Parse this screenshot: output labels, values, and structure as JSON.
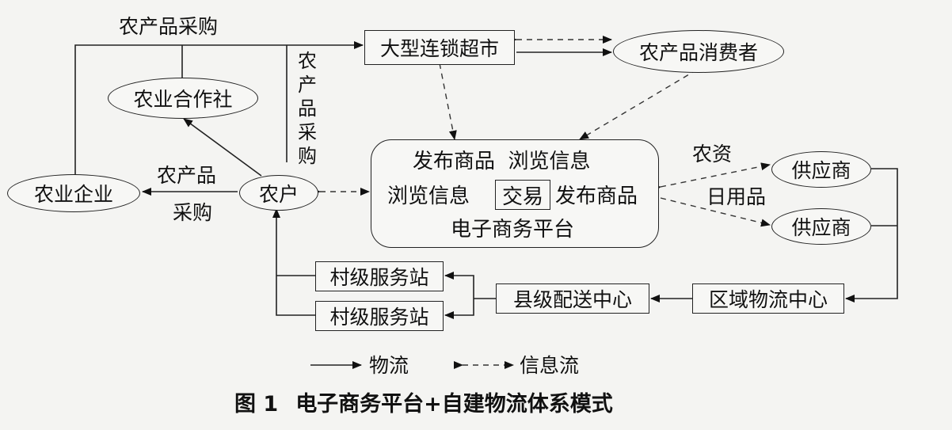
{
  "nodes": {
    "supermarket": "大型连锁超市",
    "consumer": "农产品消费者",
    "coop": "农业合作社",
    "enterprise": "农业企业",
    "farmer": "农户",
    "supplier1": "供应商",
    "supplier2": "供应商",
    "village_station1": "村级服务站",
    "village_station2": "村级服务站",
    "county_center": "县级配送中心",
    "regional_center": "区域物流中心"
  },
  "platform": {
    "line1": "发布商品  浏览信息",
    "line2_left": "浏览信息",
    "line2_mid": "交易",
    "line2_right": "发布商品",
    "line3": "电子商务平台"
  },
  "edge_labels": {
    "top_purchase": "农产品采购",
    "vertical_purchase": "农产品采购",
    "farmer_to_enterprise_top": "农产品",
    "farmer_to_enterprise_bottom": "采购",
    "farm_inputs": "农资",
    "daily_goods": "日用品"
  },
  "legend": {
    "logistics": "物流",
    "info_flow": "信息流"
  },
  "caption": {
    "number": "图 1",
    "title": "电子商务平台+自建物流体系模式"
  }
}
